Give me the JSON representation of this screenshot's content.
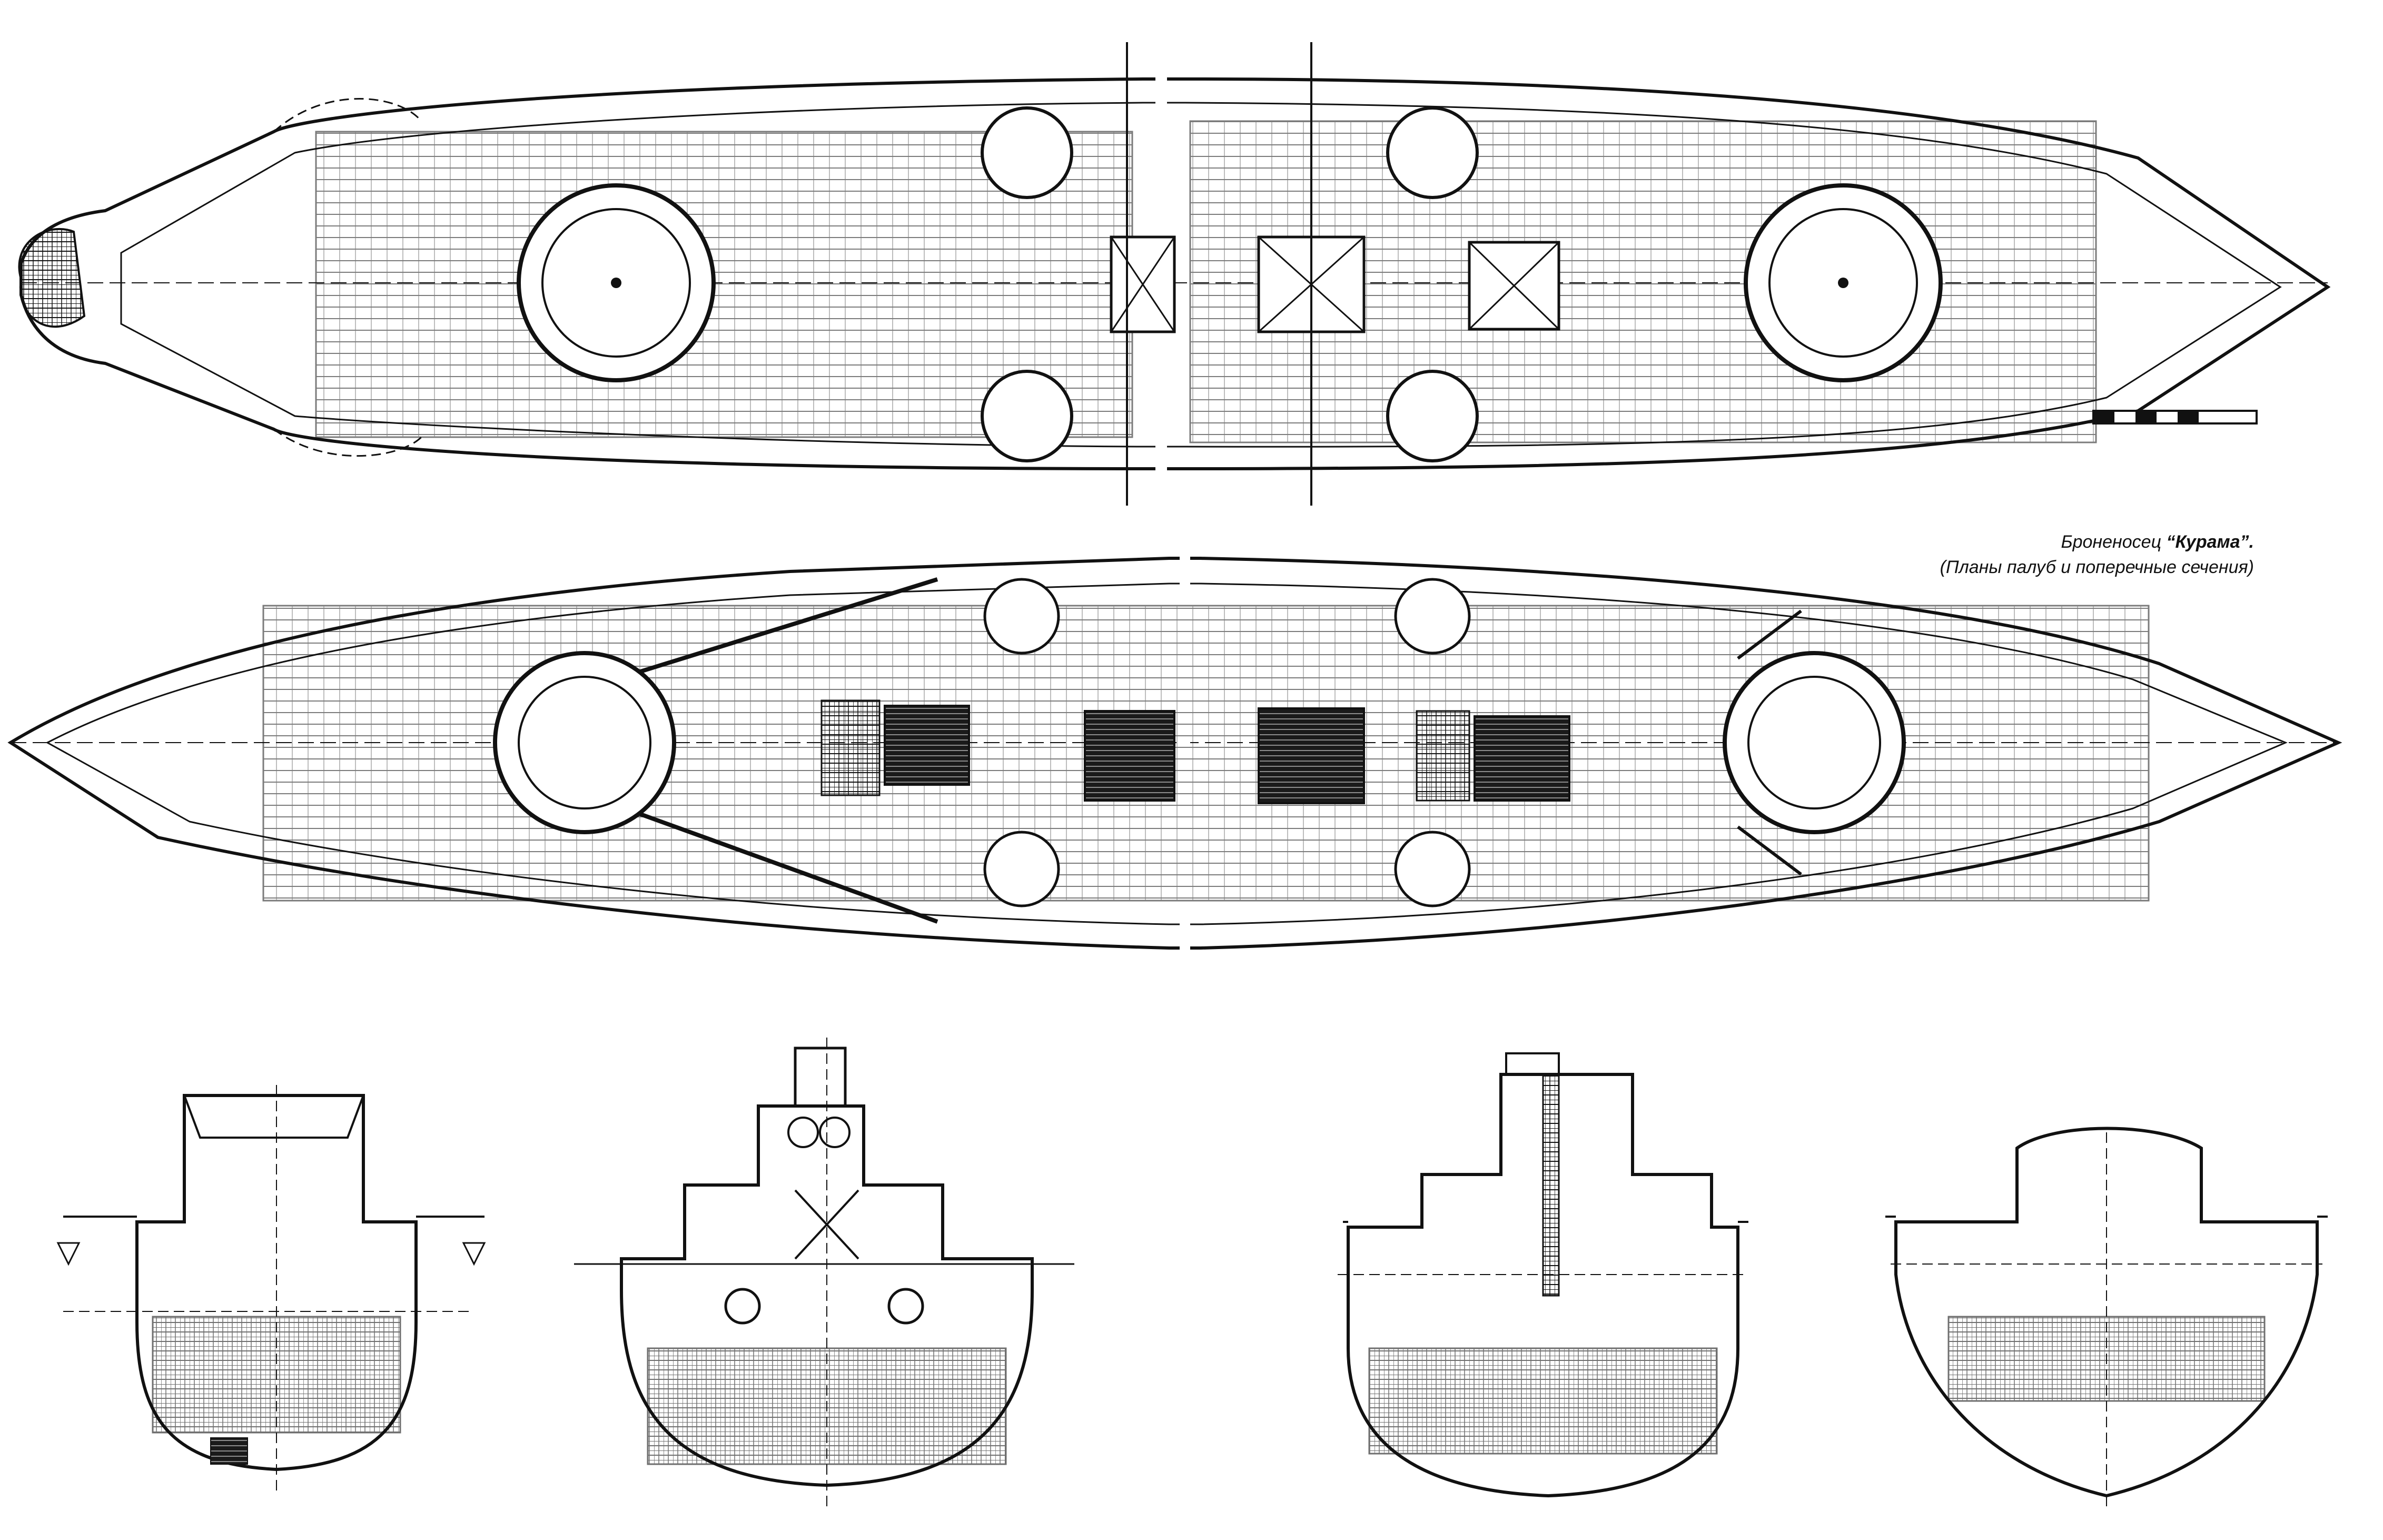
{
  "caption": {
    "prefix": "Броненосец ",
    "ship_name": "“Курама”.",
    "subtitle": "(Планы палуб и поперечные сечения)"
  },
  "colors": {
    "ink": "#111111",
    "paper": "#ffffff",
    "dark_fill": "#1a1a1a"
  },
  "views": {
    "upper_deck_plan": "upper-deck-plan",
    "lower_deck_plan": "lower-deck-plan",
    "cross_sections": [
      "section-1",
      "section-2",
      "section-3",
      "section-4"
    ]
  }
}
